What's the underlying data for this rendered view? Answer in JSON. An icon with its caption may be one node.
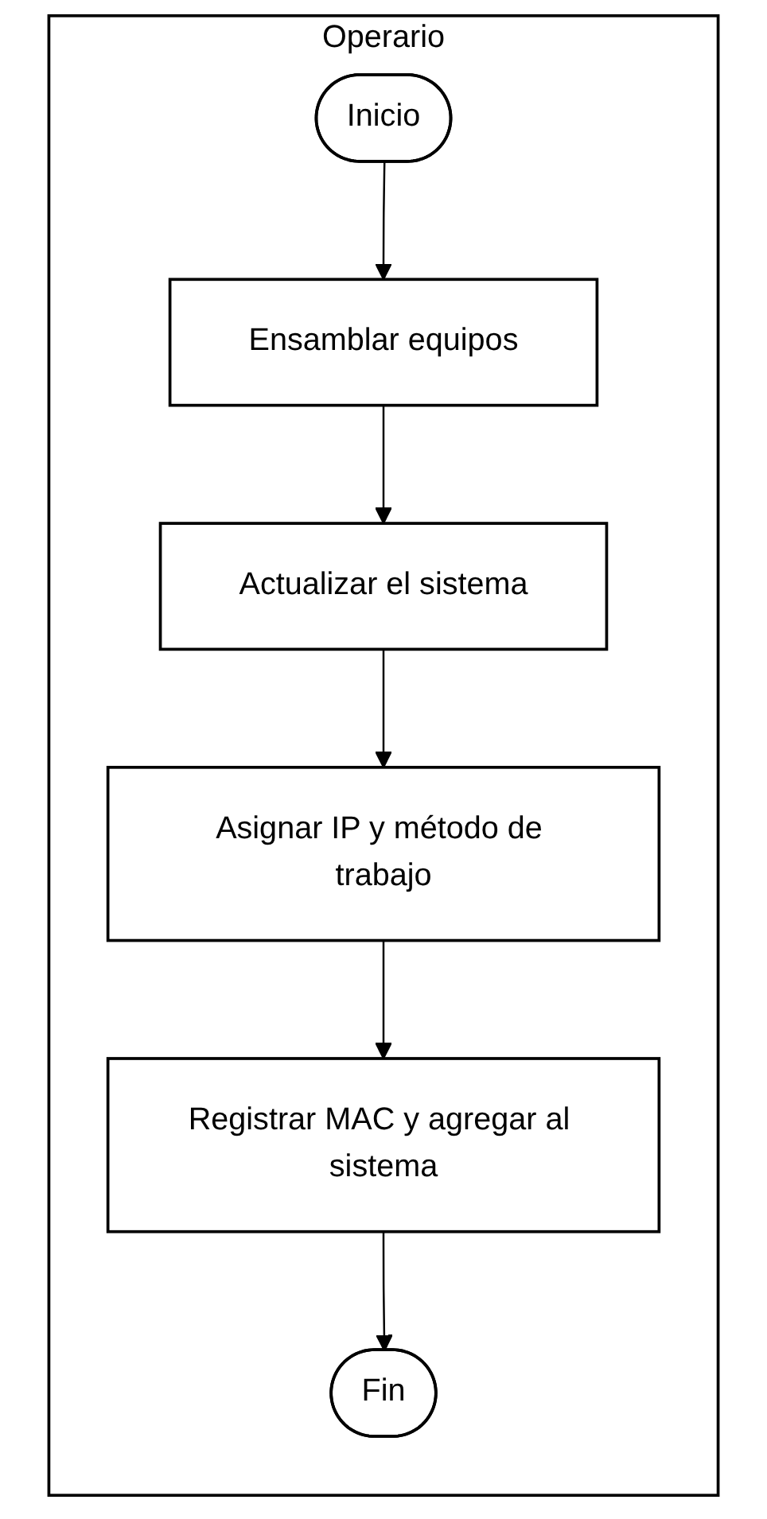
{
  "diagram": {
    "nodes": [
      {
        "text": [
          "Operario"
        ]
      },
      {
        "text": [
          "Inicio"
        ],
        "in": 0
      },
      {
        "text": [
          "Ensamblar equipos"
        ],
        "in": 0
      },
      {
        "text": [
          "Actualizar el sistema"
        ],
        "in": 0
      },
      {
        "text": [
          "Asignar IP y método de trabajo"
        ],
        "in": 0
      },
      {
        "text": [
          "Registrar MAC y agregar al sistema"
        ],
        "in": 0
      },
      {
        "text": [
          "Fin"
        ],
        "in": 0
      }
    ],
    "edges": [
      {
        "from": 1,
        "to": 2,
        "arrow": "to"
      },
      {
        "from": 2,
        "to": 3,
        "arrow": "to"
      },
      {
        "from": 3,
        "to": 4,
        "arrow": "to"
      },
      {
        "from": 4,
        "to": 5,
        "arrow": "to"
      },
      {
        "from": 5,
        "to": 6,
        "arrow": "to"
      }
    ]
  }
}
